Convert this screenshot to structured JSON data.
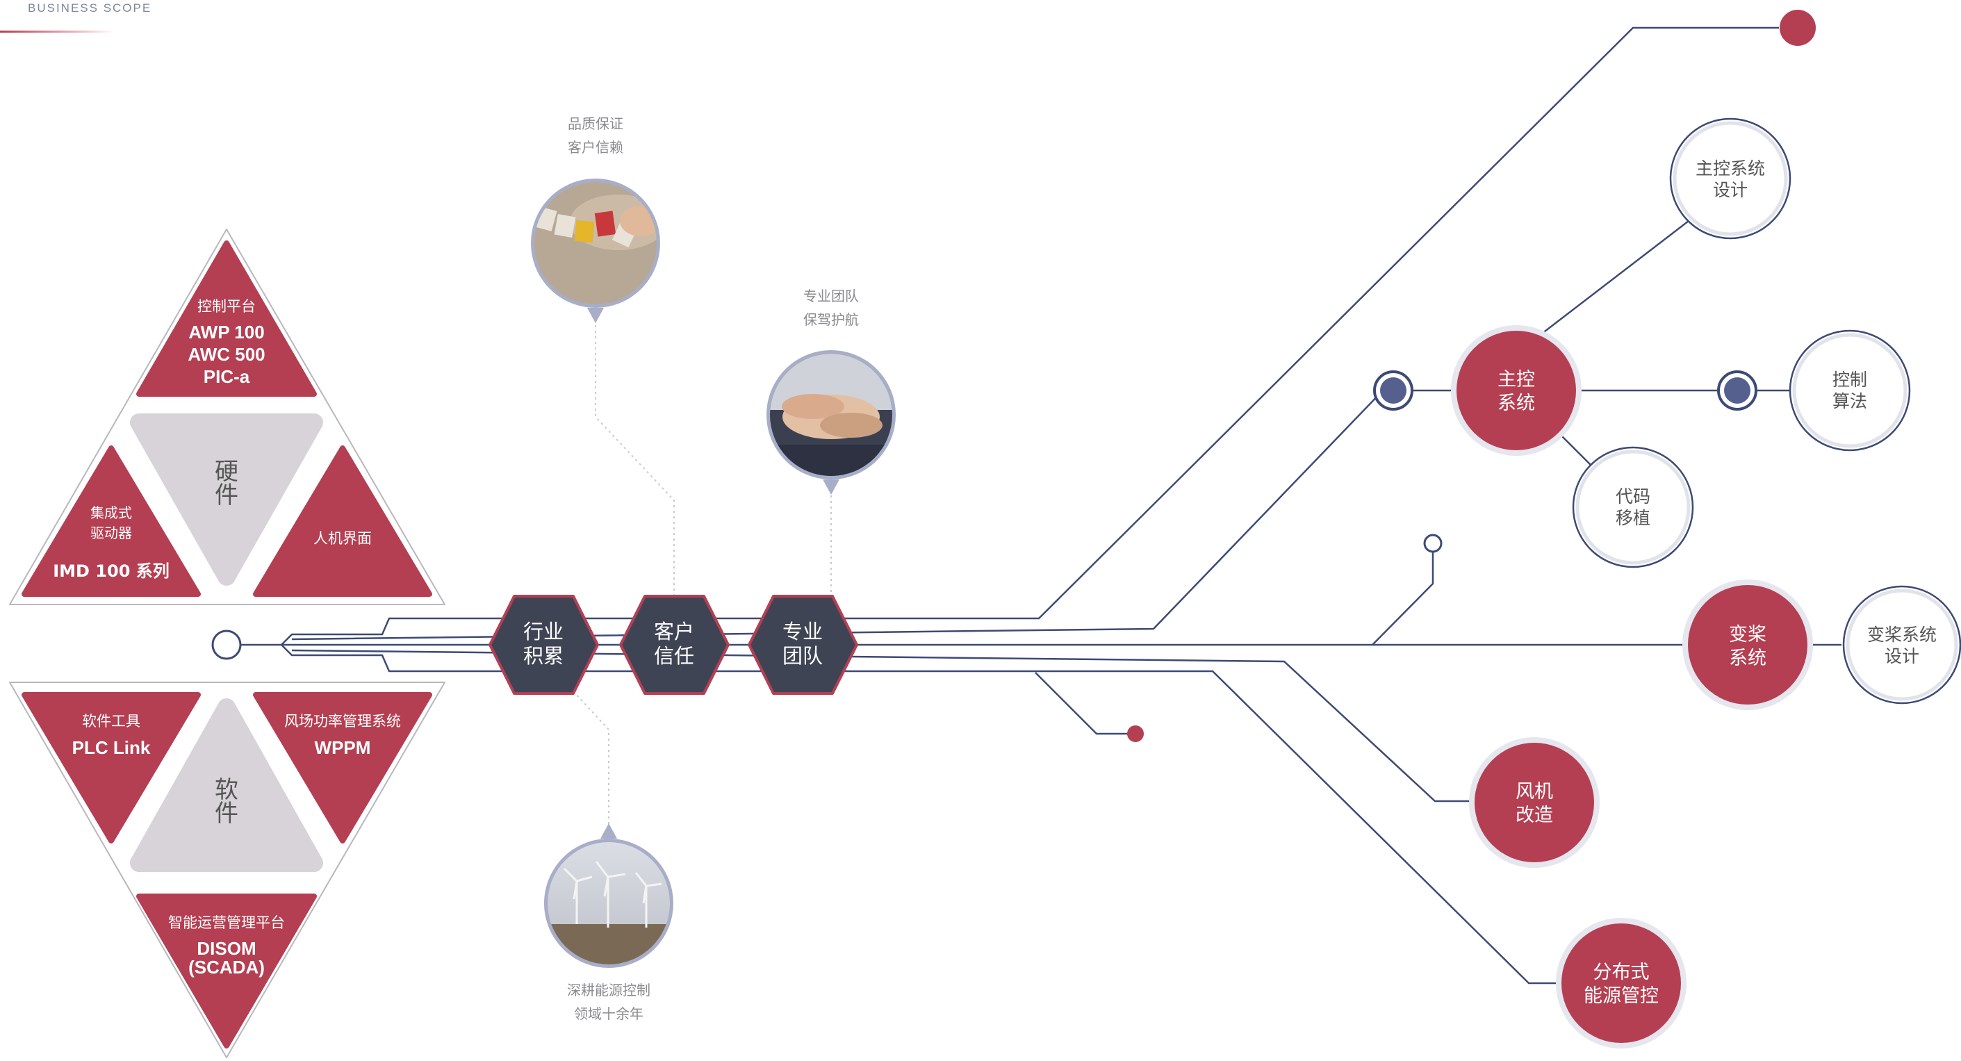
{
  "header": {
    "title": "BUSINESS SCOPE"
  },
  "colors": {
    "accent": "#b43f52",
    "navy": "#3d4a75",
    "hex_fill": "#3f4455",
    "grey": "#d8d3d8",
    "ring": "#9aa0bf"
  },
  "hardware": {
    "center": "硬\n件",
    "top": {
      "caption": "控制平台",
      "bold": "AWP 100\nAWC 500\nPIC-a"
    },
    "left": {
      "caption": "集成式\n驱动器",
      "bold": "IMD 100 系列"
    },
    "right": {
      "caption": "人机界面",
      "bold": ""
    }
  },
  "software": {
    "center": "软\n件",
    "left": {
      "caption": "软件工具",
      "bold": "PLC Link"
    },
    "right": {
      "caption": "风场功率管理系统",
      "bold": "WPPM"
    },
    "bottom": {
      "caption": "智能运营管理平台",
      "bold": "DISOM\n(SCADA)"
    }
  },
  "hexagons": [
    {
      "label": "行业\n积累"
    },
    {
      "label": "客户\n信任"
    },
    {
      "label": "专业\n团队"
    }
  ],
  "photos": {
    "trust": {
      "caption": "品质保证\n客户信赖",
      "icon": "trust-photo"
    },
    "team": {
      "caption": "专业团队\n保驾护航",
      "icon": "team-hands-photo"
    },
    "wind": {
      "caption": "深耕能源控制\n领域十余年",
      "icon": "wind-farm-photo"
    }
  },
  "nodes": {
    "main_control": "主控\n系统",
    "pitch": "变桨\n系统",
    "retrofit": "风机\n改造",
    "distributed": "分布式\n能源管控",
    "main_design": "主控系统\n设计",
    "algorithm": "控制\n算法",
    "code_port": "代码\n移植",
    "pitch_design": "变桨系统\n设计"
  }
}
